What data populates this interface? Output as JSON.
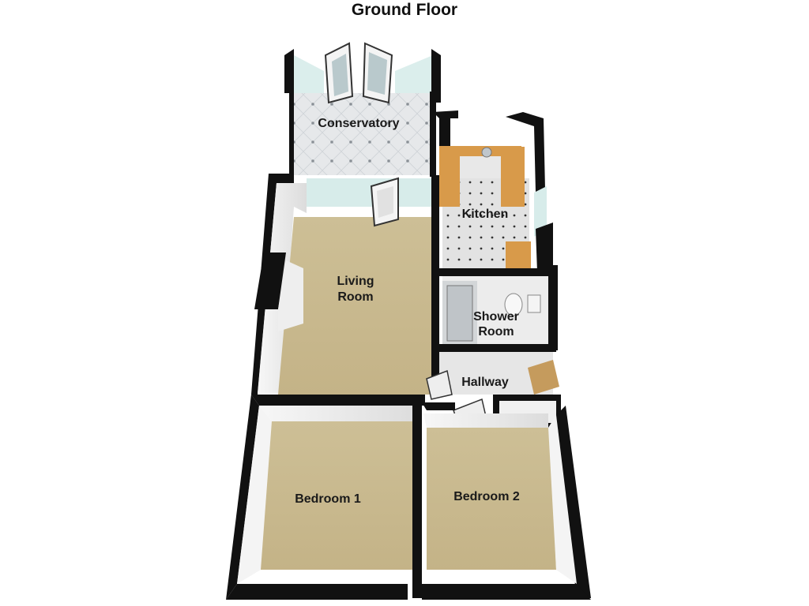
{
  "title": "Ground Floor",
  "rooms": {
    "conservatory": "Conservatory",
    "kitchen": "Kitchen",
    "living_room": [
      "Living",
      "Room"
    ],
    "shower_room": [
      "Shower",
      "Room"
    ],
    "hallway": "Hallway",
    "bedroom_1": "Bedroom 1",
    "bedroom_2": "Bedroom 2"
  },
  "colors": {
    "carpet": "#c9b98e",
    "tile_floor": "#e4e6e8",
    "kitchen_floor": "#dcdcdc",
    "worktop": "#d89a4a",
    "wall_top": "#111111",
    "wall_face": "#f2f2f2",
    "glass": "#d7ecea",
    "label_bg": "#ece7d8"
  }
}
